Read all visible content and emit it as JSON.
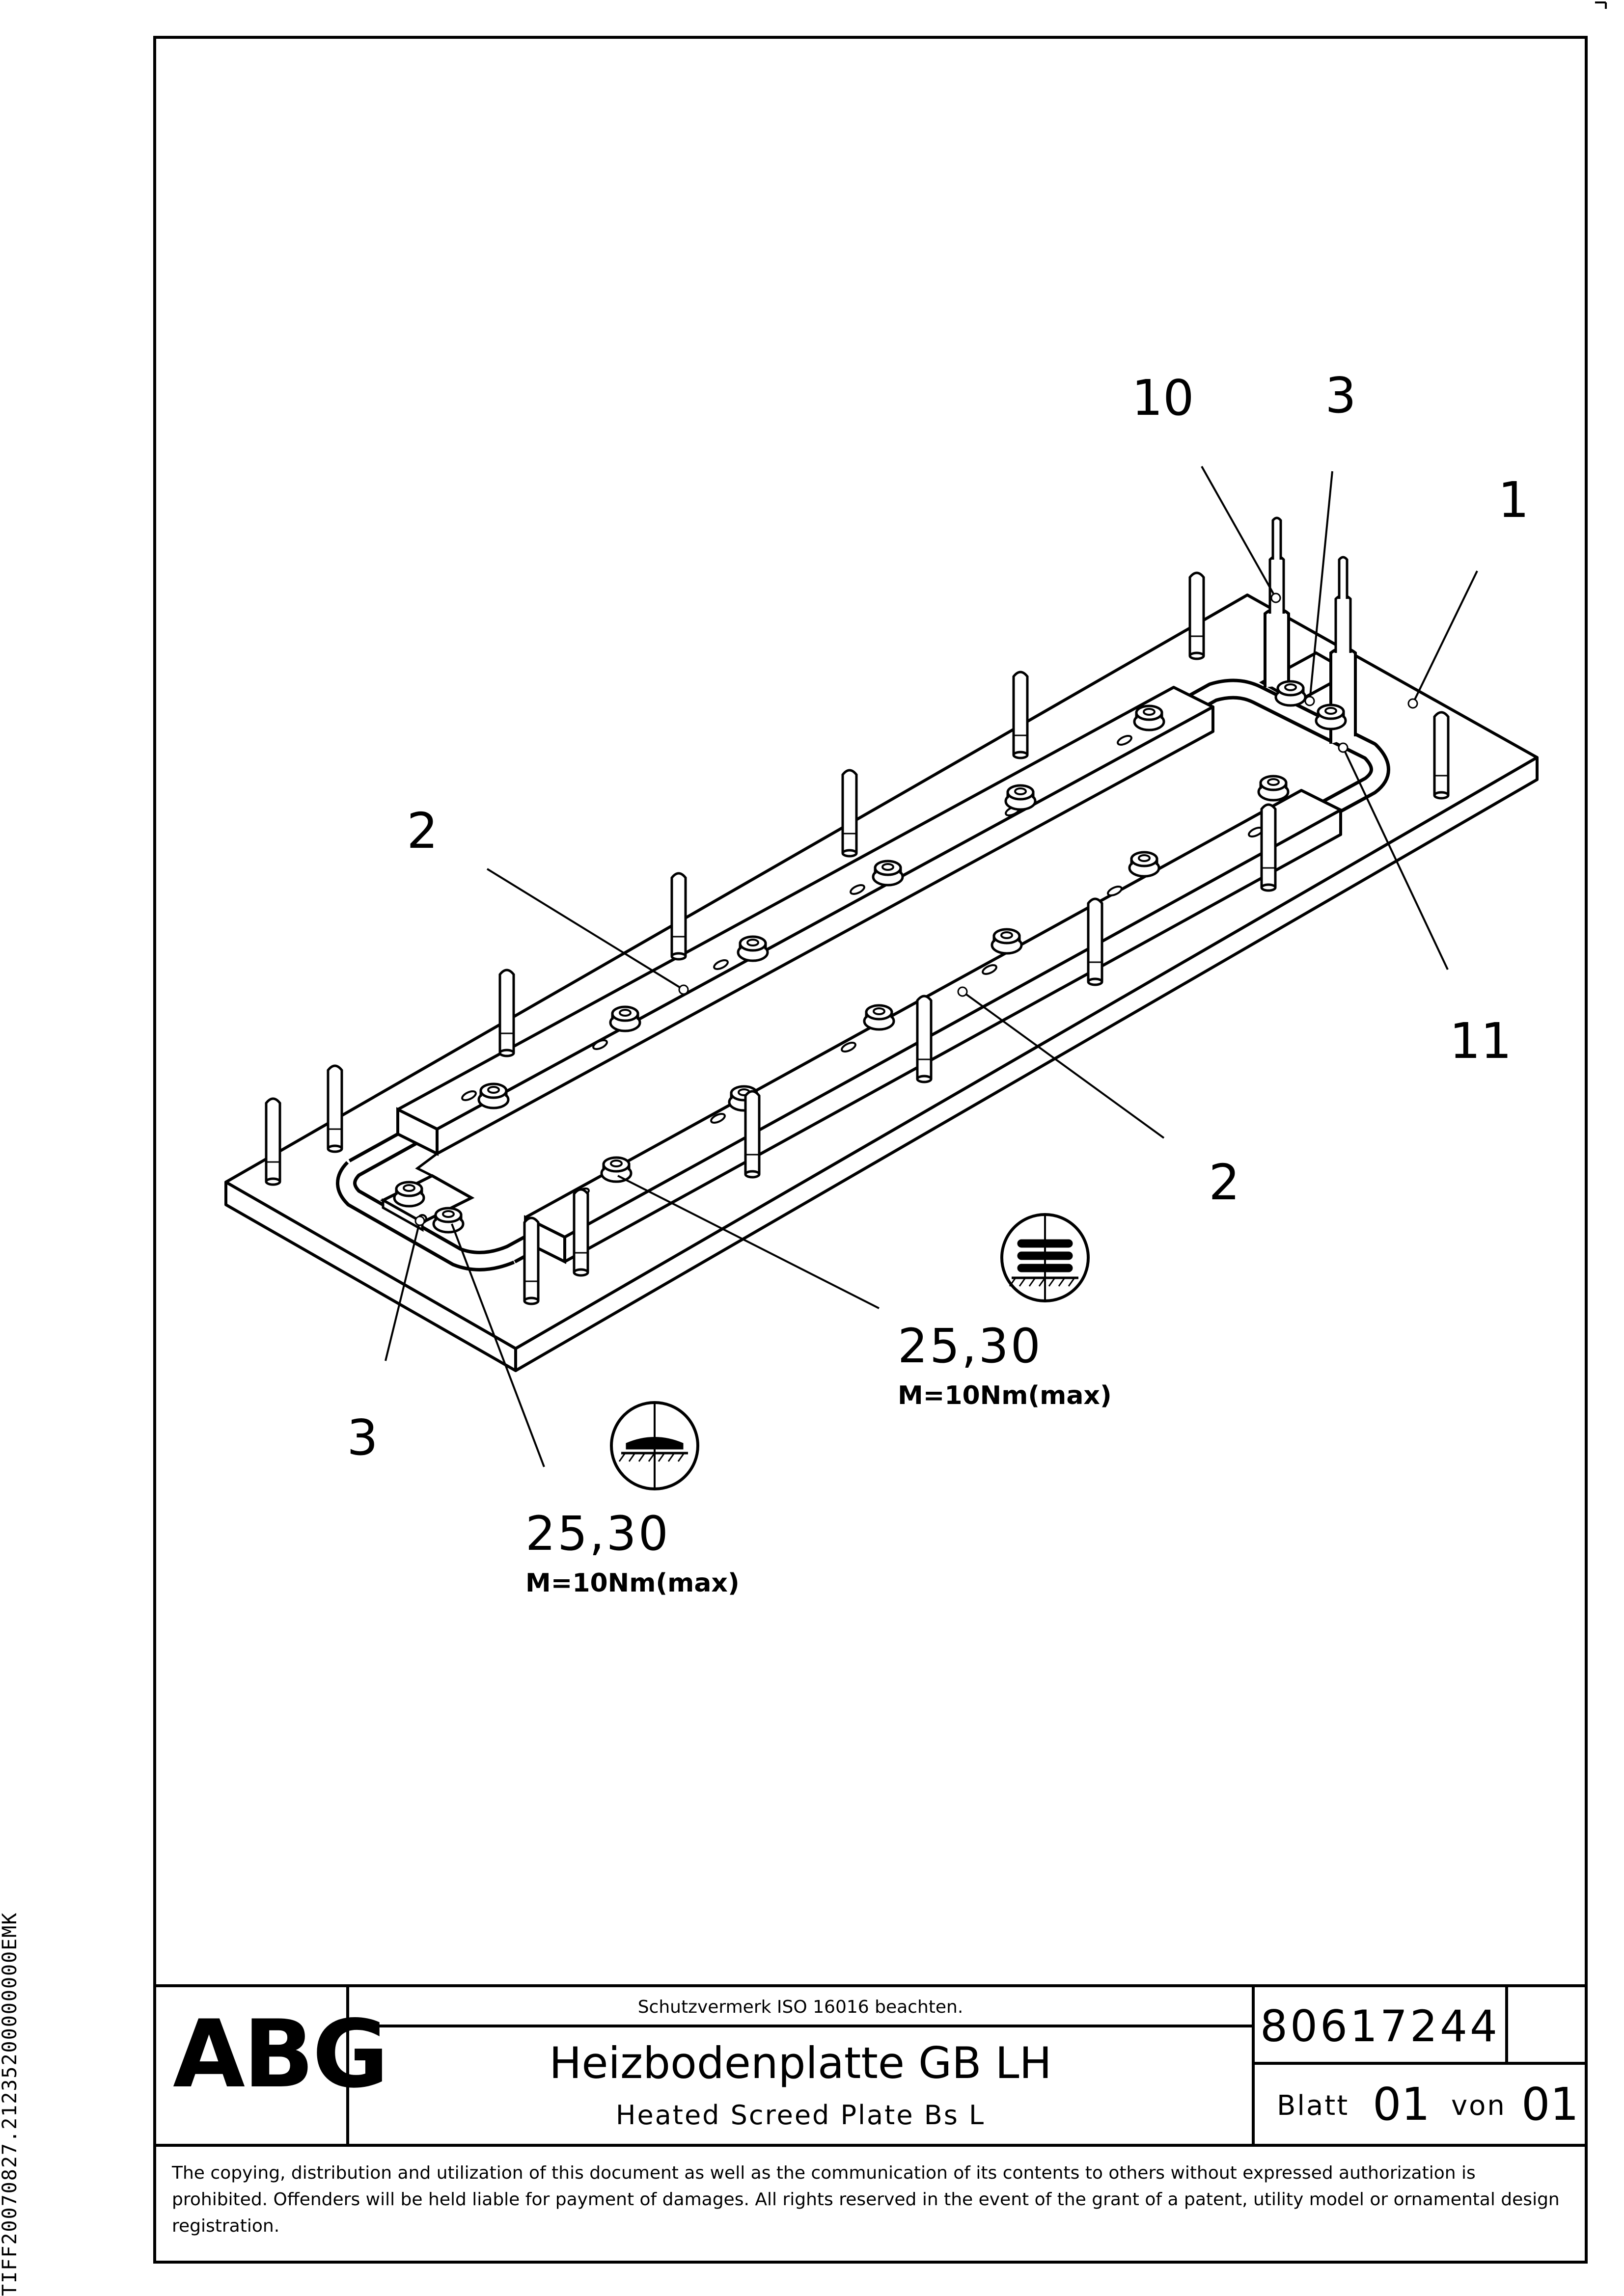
{
  "side_code": "TIFF20070827.21235200000000EMK",
  "callouts": [
    {
      "id": "c10a",
      "text": "10"
    },
    {
      "id": "c3a",
      "text": "3"
    },
    {
      "id": "c1",
      "text": "1"
    },
    {
      "id": "c2a",
      "text": "2"
    },
    {
      "id": "c11",
      "text": "11"
    },
    {
      "id": "c2b",
      "text": "2"
    },
    {
      "id": "c3b",
      "text": "3"
    }
  ],
  "torque_notes": [
    {
      "parts": "25,30",
      "torque": "M=10Nm(max)"
    },
    {
      "parts": "25,30",
      "torque": "M=10Nm(max)"
    }
  ],
  "title_block": {
    "company": "ABG",
    "protection_notice": "Schutzvermerk ISO 16016 beachten.",
    "title": "Heizbodenplatte GB LH",
    "subtitle": "Heated Screed Plate Bs L",
    "document_number": "80617244",
    "sheet_label": "Blatt",
    "sheet_number": "01",
    "of_label": "von",
    "sheet_total": "01"
  },
  "copyright_text": "The copying, distribution and utilization of this document as well as the communication of its contents to others without expressed authorization is prohibited. Offenders will be held liable for payment of damages. All rights reserved in the event of the grant of a patent, utility model or ornamental design registration."
}
